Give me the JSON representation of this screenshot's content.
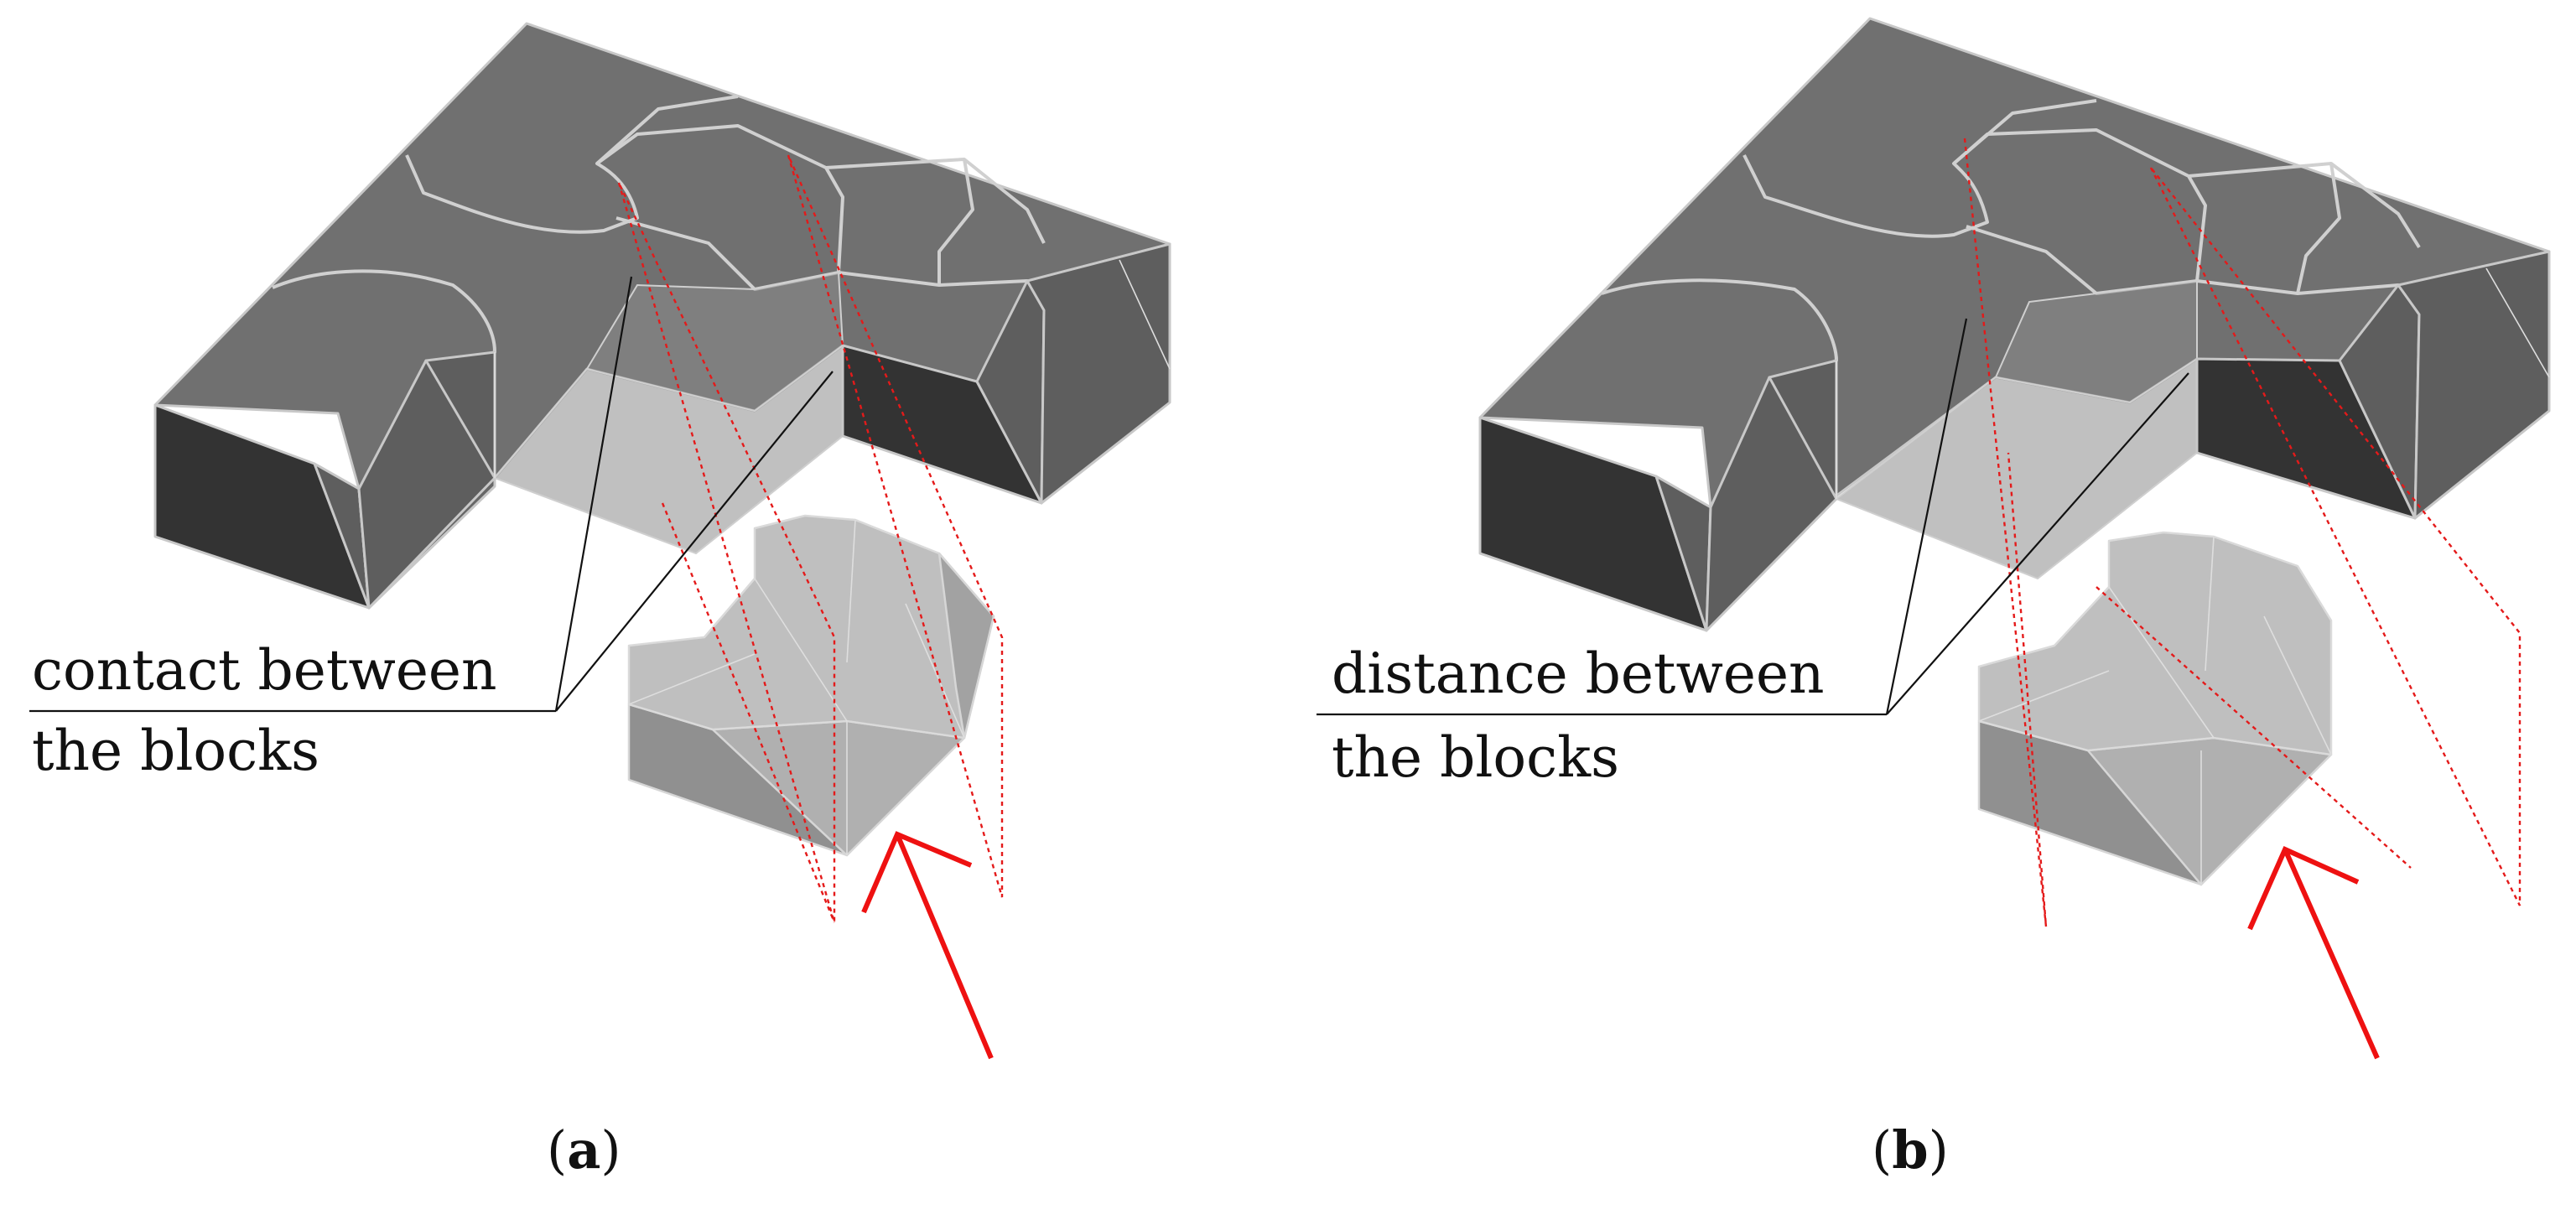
{
  "panels": [
    {
      "id": "a",
      "label_line1": "contact between",
      "label_line2": "the blocks",
      "caption_letter": "a"
    },
    {
      "id": "b",
      "label_line1": "distance between",
      "label_line2": "the blocks",
      "caption_letter": "b"
    }
  ],
  "caption_open": "(",
  "caption_close": ")",
  "colors": {
    "block_top": "#707070",
    "block_side": "#5e5e5e",
    "block_dark_face": "#333333",
    "moving_block": "#9a9a9a",
    "guide_lines": "#e41a1a",
    "arrow": "#ee1111",
    "leader_lines": "#111111"
  }
}
